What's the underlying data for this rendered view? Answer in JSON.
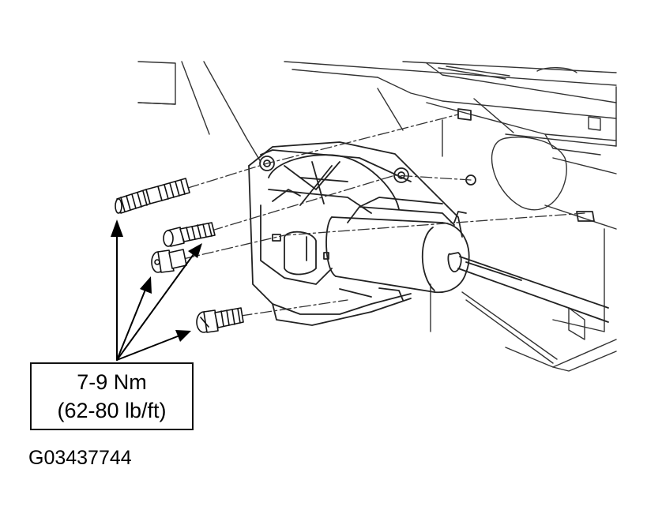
{
  "torque_spec": {
    "metric": "7-9 Nm",
    "imperial": "(62-80 lb/ft)"
  },
  "figure_id": "G03437744"
}
